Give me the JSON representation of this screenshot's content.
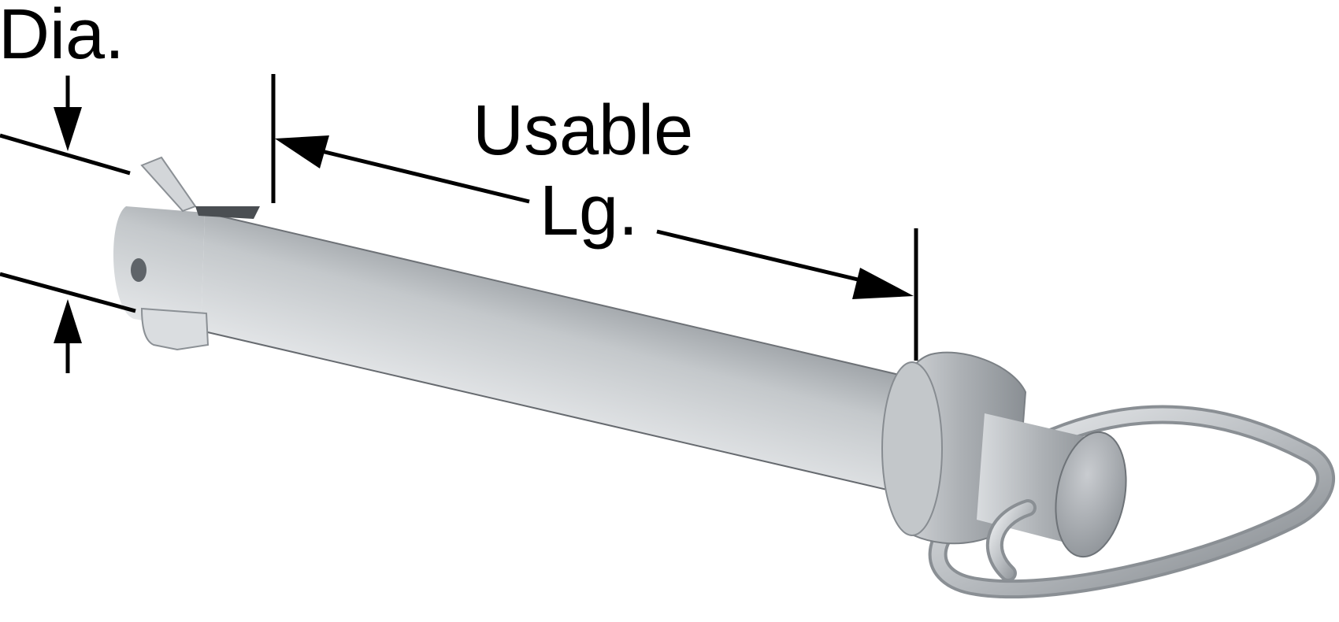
{
  "labels": {
    "diameter": "Dia.",
    "usable_line1": "Usable",
    "usable_line2": "Lg."
  },
  "colors": {
    "ink": "#000000",
    "steel_light": "#e6e8ea",
    "steel_mid": "#b4b8bc",
    "steel_dark": "#7d8287",
    "background": "#ffffff"
  }
}
